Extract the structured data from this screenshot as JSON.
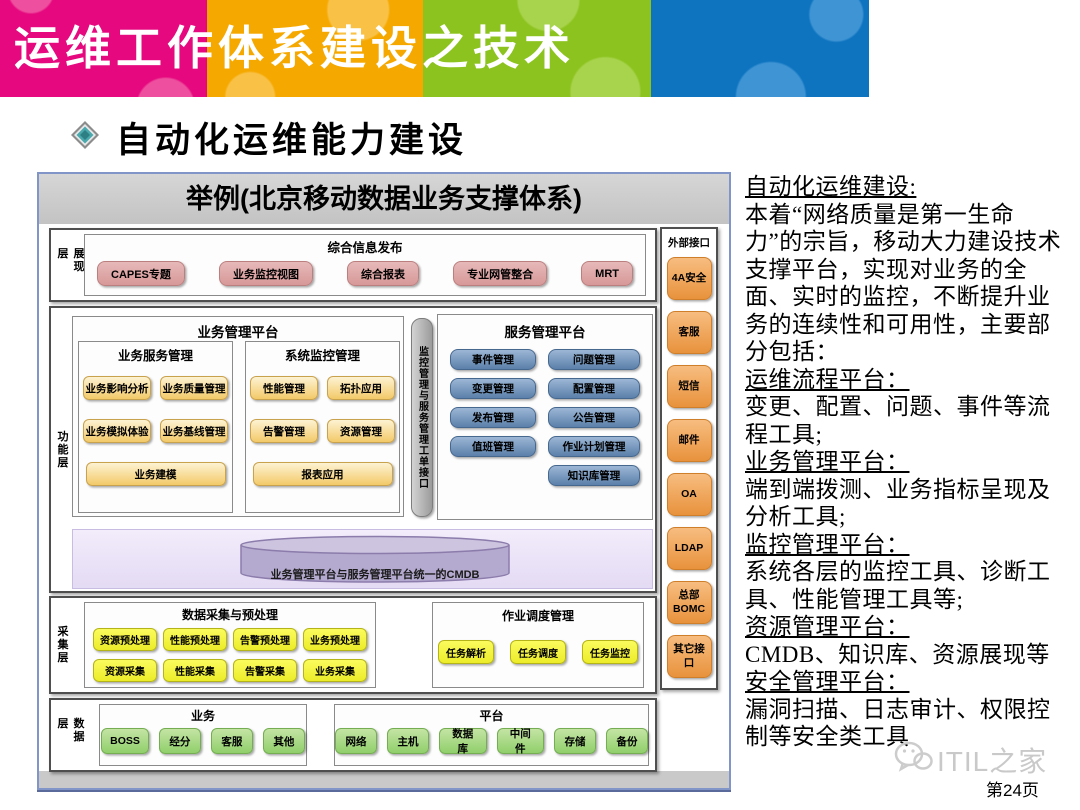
{
  "header": {
    "title": "运维工作体系建设之技术"
  },
  "subtitle": "自动化运维能力建设",
  "diagram": {
    "title": "举例(北京移动数据业务支撑体系)",
    "layers": {
      "presentation": {
        "label": "展现层",
        "group_title": "综合信息发布",
        "buttons": [
          "CAPES专题",
          "业务监控视图",
          "综合报表",
          "专业网管整合",
          "MRT"
        ]
      },
      "function": {
        "label": "功能层",
        "bms": {
          "title": "业务管理平台",
          "service_mgmt": {
            "title": "业务服务管理",
            "buttons": [
              "业务影响分析",
              "业务质量管理",
              "业务模拟体验",
              "业务基线管理",
              "业务建模"
            ]
          },
          "monitor_mgmt": {
            "title": "系统监控管理",
            "buttons": [
              "性能管理",
              "拓扑应用",
              "告警管理",
              "资源管理",
              "报表应用"
            ]
          }
        },
        "ticket_bar": "监控管理与服务管理工单接口",
        "sms": {
          "title": "服务管理平台",
          "buttons": [
            "事件管理",
            "问题管理",
            "变更管理",
            "配置管理",
            "发布管理",
            "公告管理",
            "值班管理",
            "作业计划管理",
            "知识库管理"
          ]
        },
        "cmdb_label": "业务管理平台与服务管理平台统一的CMDB"
      },
      "collection": {
        "label": "采集层",
        "preprocess": {
          "title": "数据采集与预处理",
          "buttons": [
            "资源预处理",
            "性能预处理",
            "告警预处理",
            "业务预处理",
            "资源采集",
            "性能采集",
            "告警采集",
            "业务采集"
          ]
        },
        "scheduler": {
          "title": "作业调度管理",
          "buttons": [
            "任务解析",
            "任务调度",
            "任务监控"
          ]
        }
      },
      "data": {
        "label": "数据层",
        "business": {
          "title": "业务",
          "buttons": [
            "BOSS",
            "经分",
            "客服",
            "其他"
          ]
        },
        "platform": {
          "title": "平台",
          "buttons": [
            "网络",
            "主机",
            "数据库",
            "中间件",
            "存储",
            "备份"
          ]
        }
      }
    },
    "external": {
      "title": "外部接口",
      "buttons": [
        "4A安全",
        "客服",
        "短信",
        "邮件",
        "OA",
        "LDAP",
        "总部BOMC",
        "其它接口"
      ]
    }
  },
  "sidebar": {
    "heading": "自动化运维建设: ",
    "intro": "本着“网络质量是第一生命力”的宗旨，移动大力建设技术支撑平台，实现对业务的全面、实时的监控，不断提升业务的连续性和可用性，主要部分包括：",
    "sections": [
      {
        "title": "运维流程平台：",
        "body": "变更、配置、问题、事件等流程工具;"
      },
      {
        "title": "业务管理平台：",
        "body": "端到端拨测、业务指标呈现及分析工具;"
      },
      {
        "title": "监控管理平台：",
        "body": "系统各层的监控工具、诊断工具、性能管理工具等;"
      },
      {
        "title": "资源管理平台：",
        "body": "CMDB、知识库、资源展现等"
      },
      {
        "title": "安全管理平台：",
        "body": "漏洞扫描、日志审计、权限控制等安全类工具"
      }
    ]
  },
  "footer": {
    "watermark": "ITIL之家",
    "page": "第24页"
  },
  "colors": {
    "header_magenta": "#e5087e",
    "header_orange": "#f5a800",
    "header_green": "#8cc31f",
    "header_blue": "#0e74bf",
    "btn_pink": "#d79898",
    "btn_gold": "#f3c969",
    "btn_blue": "#5b80aa",
    "btn_yellow": "#ecec29",
    "btn_green": "#90cf6b",
    "btn_orange": "#e8923c",
    "cmdb_purple": "#b4a9ce",
    "diagram_border": "#8295c8"
  }
}
